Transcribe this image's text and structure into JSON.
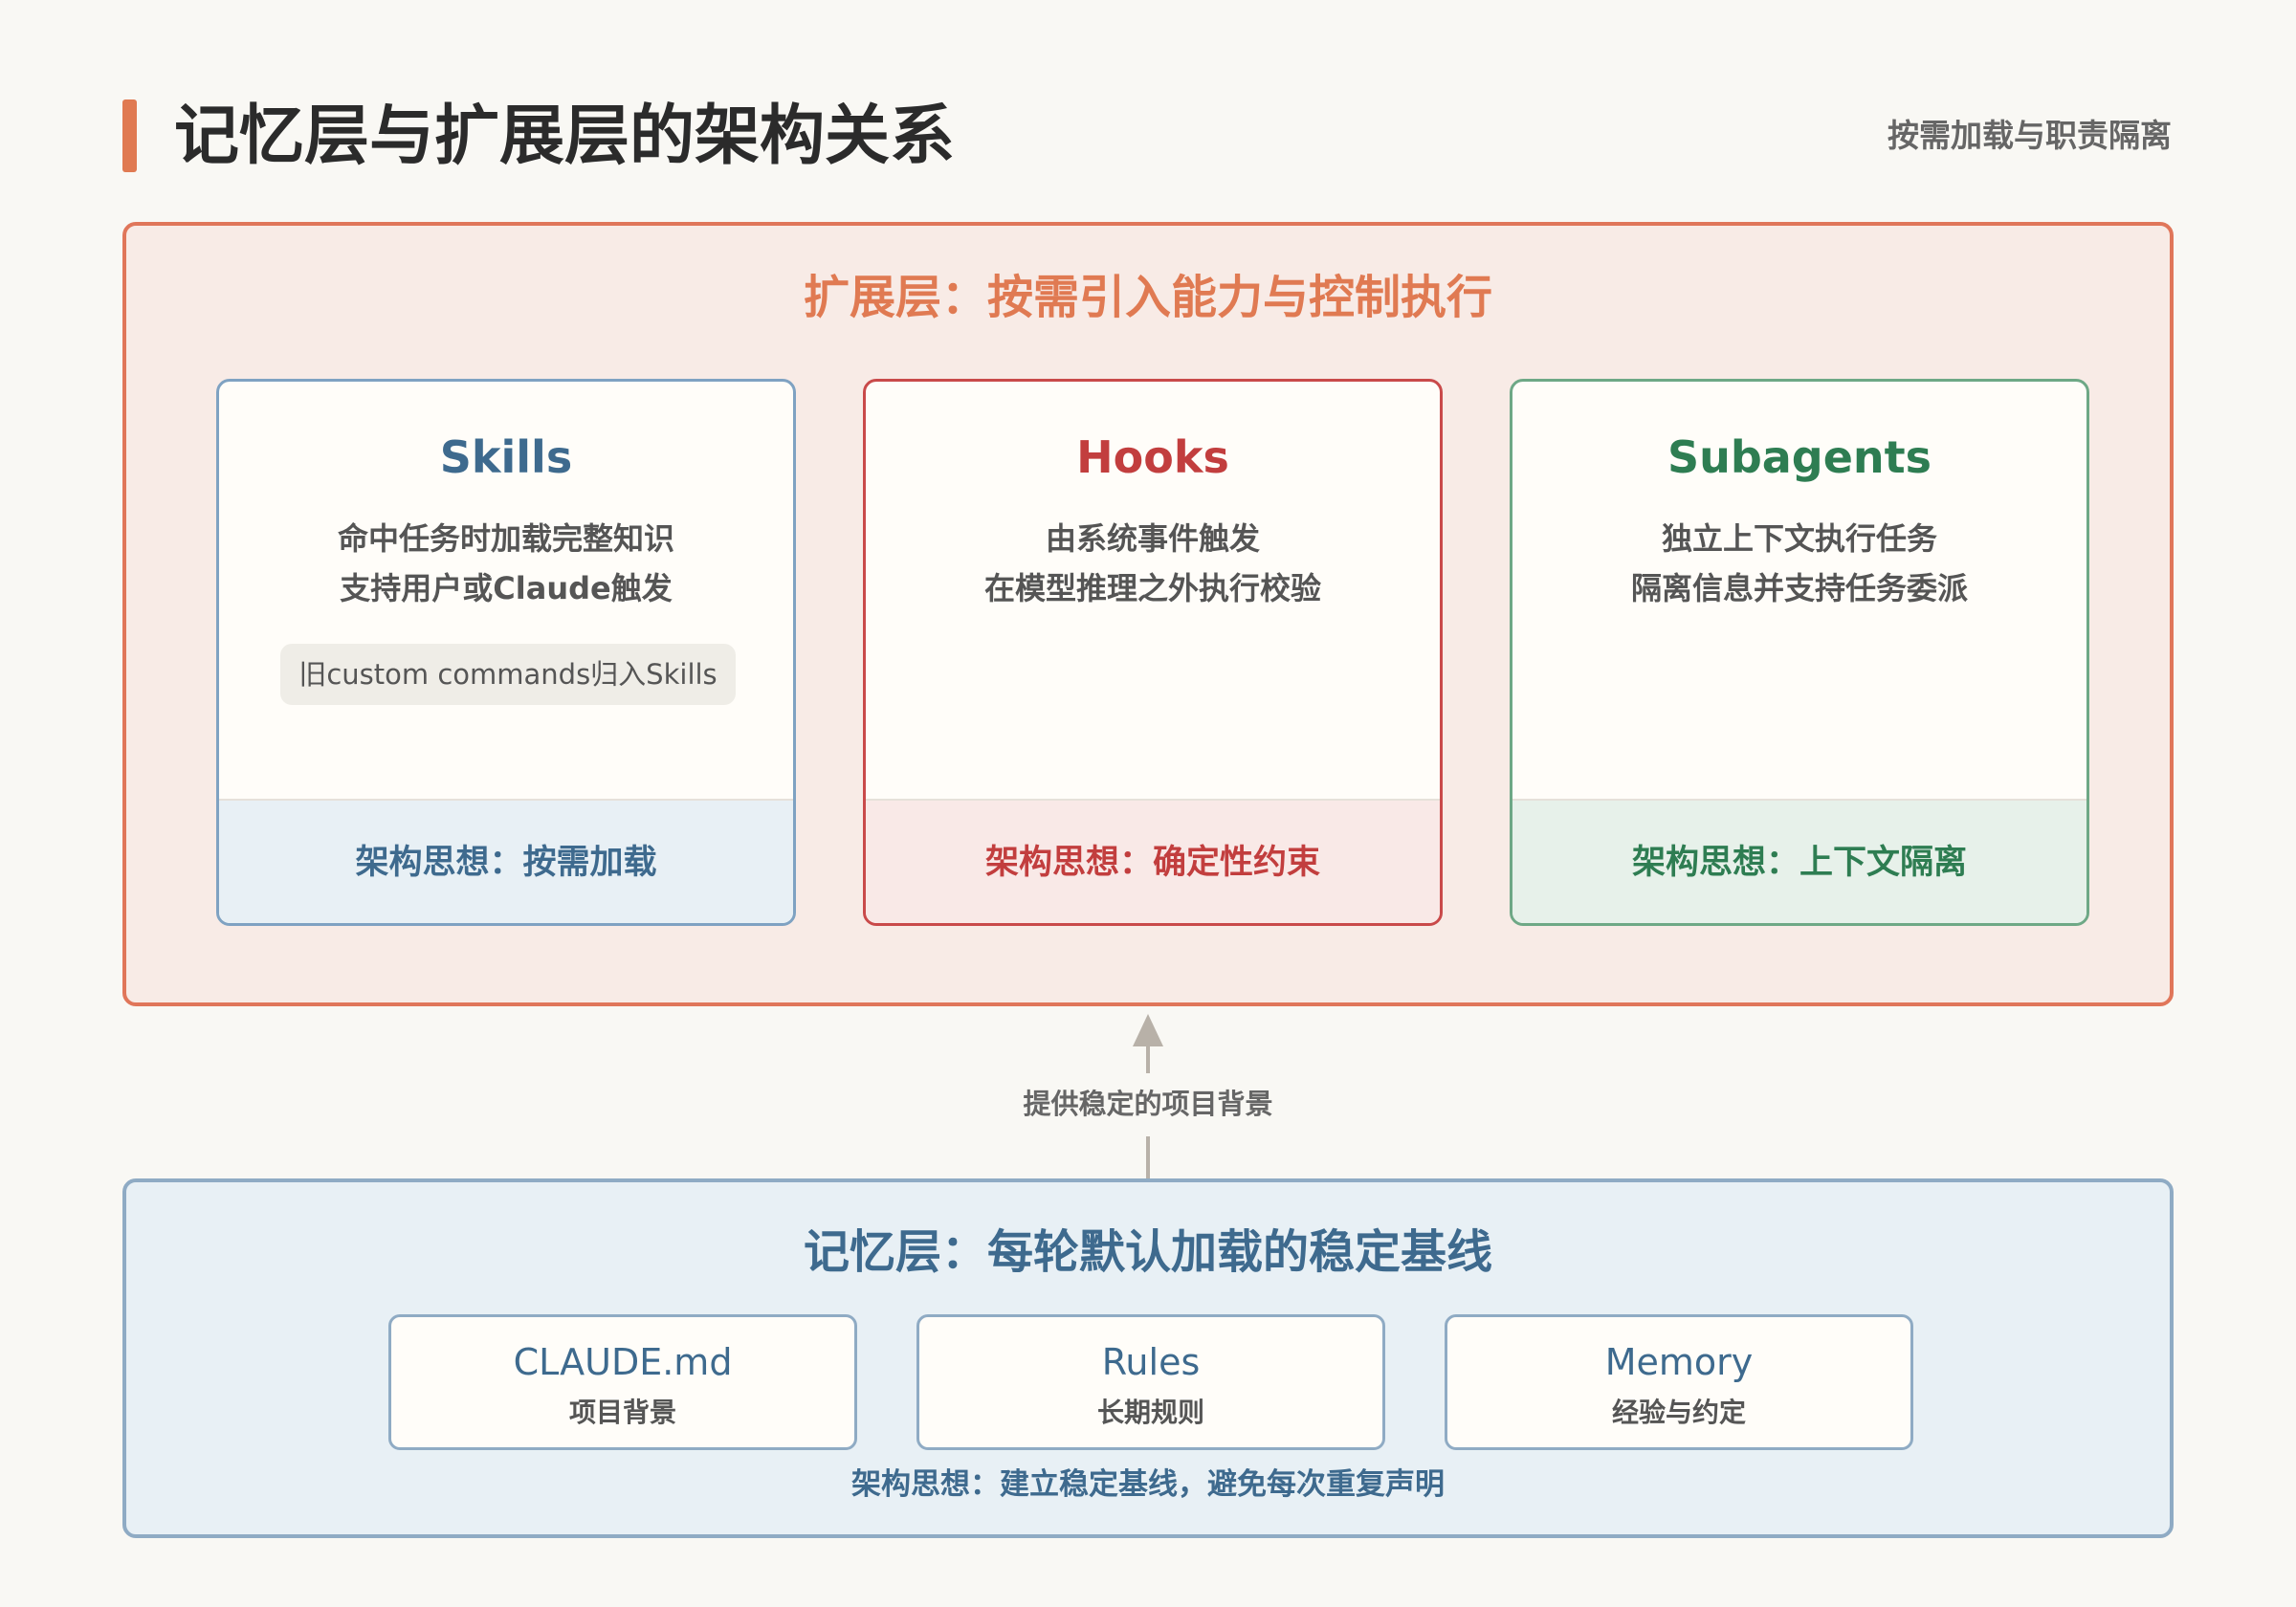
{
  "header": {
    "title": "记忆层与扩展层的架构关系",
    "subtitle": "按需加载与职责隔离"
  },
  "extension_layer": {
    "title": "扩展层：按需引入能力与控制执行",
    "cards": [
      {
        "name": "Skills",
        "line1": "命中任务时加载完整知识",
        "line2": "支持用户或Claude触发",
        "note": "旧custom commands归入Skills",
        "footer": "架构思想：按需加载"
      },
      {
        "name": "Hooks",
        "line1": "由系统事件触发",
        "line2": "在模型推理之外执行校验",
        "footer": "架构思想：确定性约束"
      },
      {
        "name": "Subagents",
        "line1": "独立上下文执行任务",
        "line2": "隔离信息并支持任务委派",
        "footer": "架构思想：上下文隔离"
      }
    ]
  },
  "connector": {
    "label": "提供稳定的项目背景"
  },
  "memory_layer": {
    "title": "记忆层：每轮默认加载的稳定基线",
    "cards": [
      {
        "name": "CLAUDE.md",
        "desc": "项目背景"
      },
      {
        "name": "Rules",
        "desc": "长期规则"
      },
      {
        "name": "Memory",
        "desc": "经验与约定"
      }
    ],
    "footer": "架构思想：建立稳定基线，避免每次重复声明"
  },
  "colors": {
    "accent": "#e07a52",
    "skills": "#3e6a8e",
    "hooks": "#c23e3e",
    "subagents": "#2e7d52",
    "memory": "#3e6a8e"
  }
}
